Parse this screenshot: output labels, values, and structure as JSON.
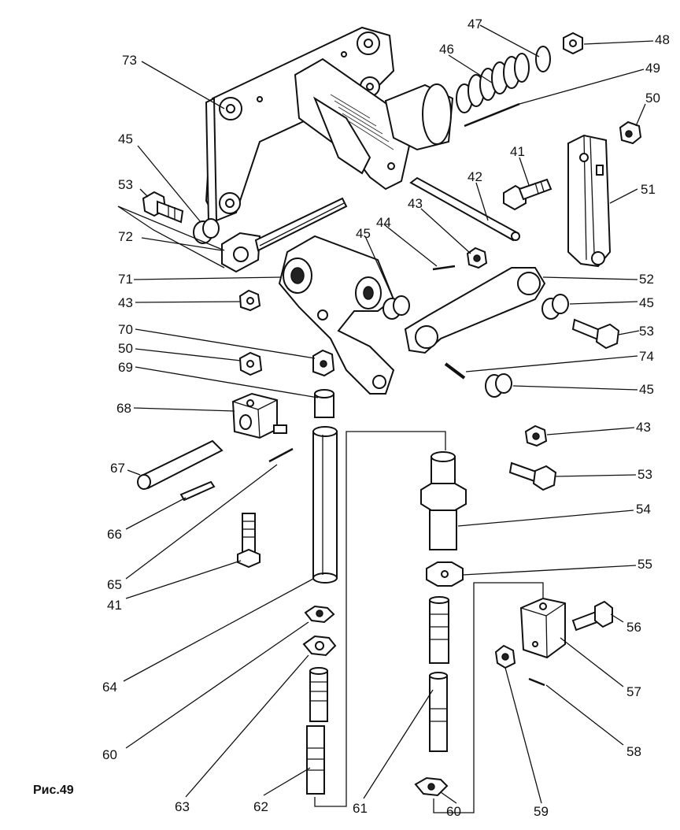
{
  "caption": "Рис.49",
  "labels": {
    "p73": "73",
    "p47": "47",
    "p48": "48",
    "p46": "46",
    "p49": "49",
    "p50a": "50",
    "p45a": "45",
    "p41a": "41",
    "p42": "42",
    "p51": "51",
    "p53a": "53",
    "p43a": "43",
    "p44": "44",
    "p45b": "45",
    "p72": "72",
    "p71": "71",
    "p52": "52",
    "p43b": "43",
    "p45c": "45",
    "p53b": "53",
    "p70": "70",
    "p50b": "50",
    "p74": "74",
    "p69": "69",
    "p45d": "45",
    "p68": "68",
    "p43c": "43",
    "p67": "67",
    "p53c": "53",
    "p54": "54",
    "p66": "66",
    "p65": "65",
    "p41b": "41",
    "p55": "55",
    "p56": "56",
    "p64": "64",
    "p57": "57",
    "p60a": "60",
    "p58": "58",
    "p63": "63",
    "p62": "62",
    "p61": "61",
    "p60b": "60",
    "p59": "59"
  }
}
